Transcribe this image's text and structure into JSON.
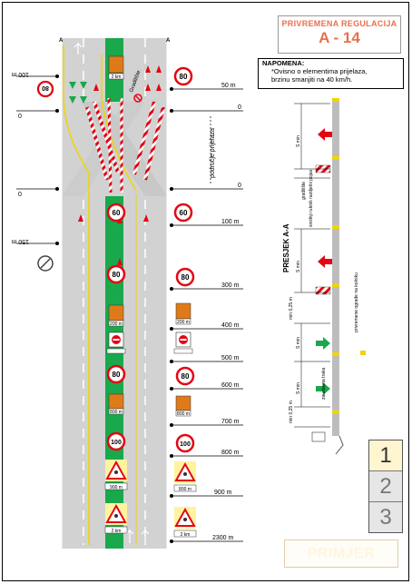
{
  "title": {
    "top": "PRIVREMENA REGULACIJA",
    "code": "A - 14"
  },
  "note": {
    "head": "NAPOMENA:",
    "line1": "*Ovisno o elementima prijelaza,",
    "line2": "brzinu smanjiti na 40 km/h."
  },
  "panel": {
    "n1": "1",
    "n2": "2",
    "n3": "3"
  },
  "stamp": "PRIMJER",
  "distances": [
    "50 m",
    "100 m",
    "300 m",
    "400 m",
    "500 m",
    "600 m",
    "700 m",
    "800 m",
    "900 m",
    "2300 m"
  ],
  "zero": "0",
  "left_distances": {
    "d100": "100 m",
    "d150": "150 m"
  },
  "zone_label": "područje prijelaza",
  "gradiliste": "Gradilište",
  "section": {
    "title": "PRESJEK A-A",
    "s_min": "S min",
    "gradiliste": "gradilište",
    "zona": "zaustavna traka",
    "fence": "privremene ograde na kolniku",
    "min": "min 0,25 m",
    "rubnjak": "srednji rubnik razdjelni pojas"
  },
  "plates": {
    "p2km": "2 km",
    "p900": "900 m",
    "p200": "200 m",
    "p800": "800 m"
  },
  "speeds": [
    "80",
    "60",
    "100"
  ],
  "marker_a": "A",
  "colors": {
    "median_green": "#1aa84c",
    "road_gray": "#d2d2d2",
    "sign_red": "#e30613",
    "accent": "#e8704d"
  }
}
